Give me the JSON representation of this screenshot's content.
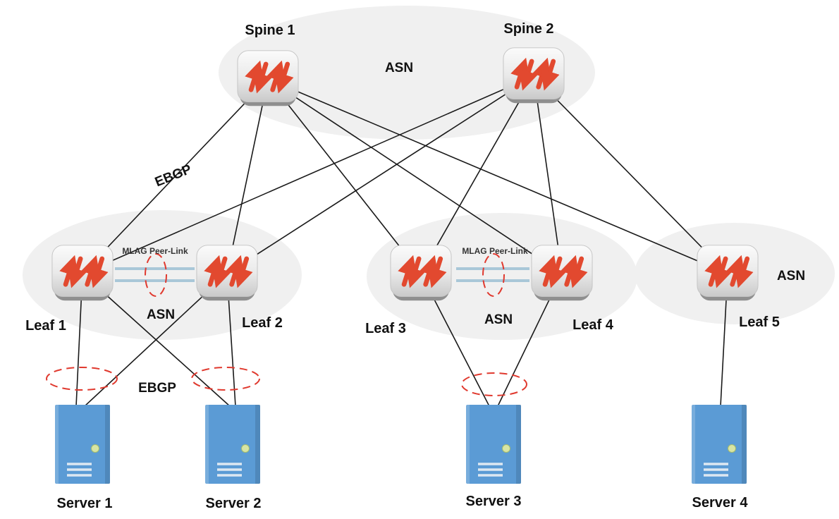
{
  "colors": {
    "arrow": "#e2492f",
    "server": "#5b9bd5",
    "dashed": "#e0392e",
    "peerlink": "#a9c7d8",
    "ellipse": "#f0f0f0",
    "line": "#1a1a1a",
    "text": "#111111"
  },
  "nodes": {
    "spine1": "Spine 1",
    "spine2": "Spine 2",
    "leaf1": "Leaf 1",
    "leaf2": "Leaf 2",
    "leaf3": "Leaf 3",
    "leaf4": "Leaf 4",
    "leaf5": "Leaf 5",
    "server1": "Server 1",
    "server2": "Server  2",
    "server3": "Server 3",
    "server4": "Server 4"
  },
  "labels": {
    "asn_spine": "ASN",
    "asn_leaf12": "ASN",
    "asn_leaf34": "ASN",
    "asn_leaf5": "ASN",
    "ebgp_spine_leaf": "EBGP",
    "ebgp_leaf_server": "EBGP",
    "mlag_12": "MLAG Peer-Link",
    "mlag_34": "MLAG Peer-Link"
  },
  "icons": {
    "switch": "switch-icon (gray rounded box with red up/down traffic arrows)",
    "server": "server-tower-icon (blue tower with status led and vents)"
  }
}
